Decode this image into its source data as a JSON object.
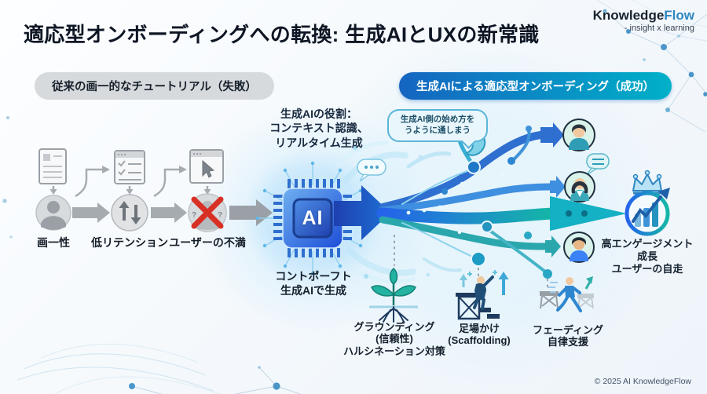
{
  "header": {
    "title": "適応型オンボーディングへの転換: 生成AIとUXの新常識",
    "brand": {
      "name_black": "Knowledge",
      "name_blue": "Flow",
      "tagline": "- insight x learning"
    }
  },
  "badges": {
    "legacy": "従来の画一的なチュートリアル（失敗）",
    "adaptive": "生成AIによる適応型オンボーディング（成功）"
  },
  "ai_role": {
    "line1": "生成AIの役割：",
    "line2": "コンテキスト認識、",
    "line3": "リアルタイム生成"
  },
  "speech_bubble": {
    "line1": "生成AI側の始め方を",
    "line2": "うように通しまう"
  },
  "legacy_flow": {
    "question_mark": "?",
    "steps": [
      {
        "label": "画一性"
      },
      {
        "label": "低リテンション"
      },
      {
        "label": "ユーザーの不満"
      }
    ]
  },
  "ai_core": {
    "chip_label": "AI",
    "caption1": "コントポーフト",
    "caption2": "生成AIで生成"
  },
  "outcomes": {
    "line1": "高エンゲージメント",
    "line2": "成長",
    "line3": "ユーザーの自走"
  },
  "techniques": {
    "grounding": {
      "line1": "グラウンディング",
      "line2": "(信頼性)",
      "line3": "ハルシネーション対策"
    },
    "scaffolding": {
      "line1": "足場かけ",
      "line2": "(Scaffolding)"
    },
    "fading": {
      "line1": "フェーディング",
      "line2": "自律支援"
    }
  },
  "footer": {
    "copyright": "© 2025 AI KnowledgeFlow"
  },
  "colors": {
    "brand_blue": "#2e86c1",
    "success_start": "#1565c0",
    "success_end": "#00b0c8",
    "fail_gray": "#d7dadc",
    "arrow_blue": "#1d4ed8",
    "teal": "#18a8c8",
    "alert_red": "#d93025"
  }
}
